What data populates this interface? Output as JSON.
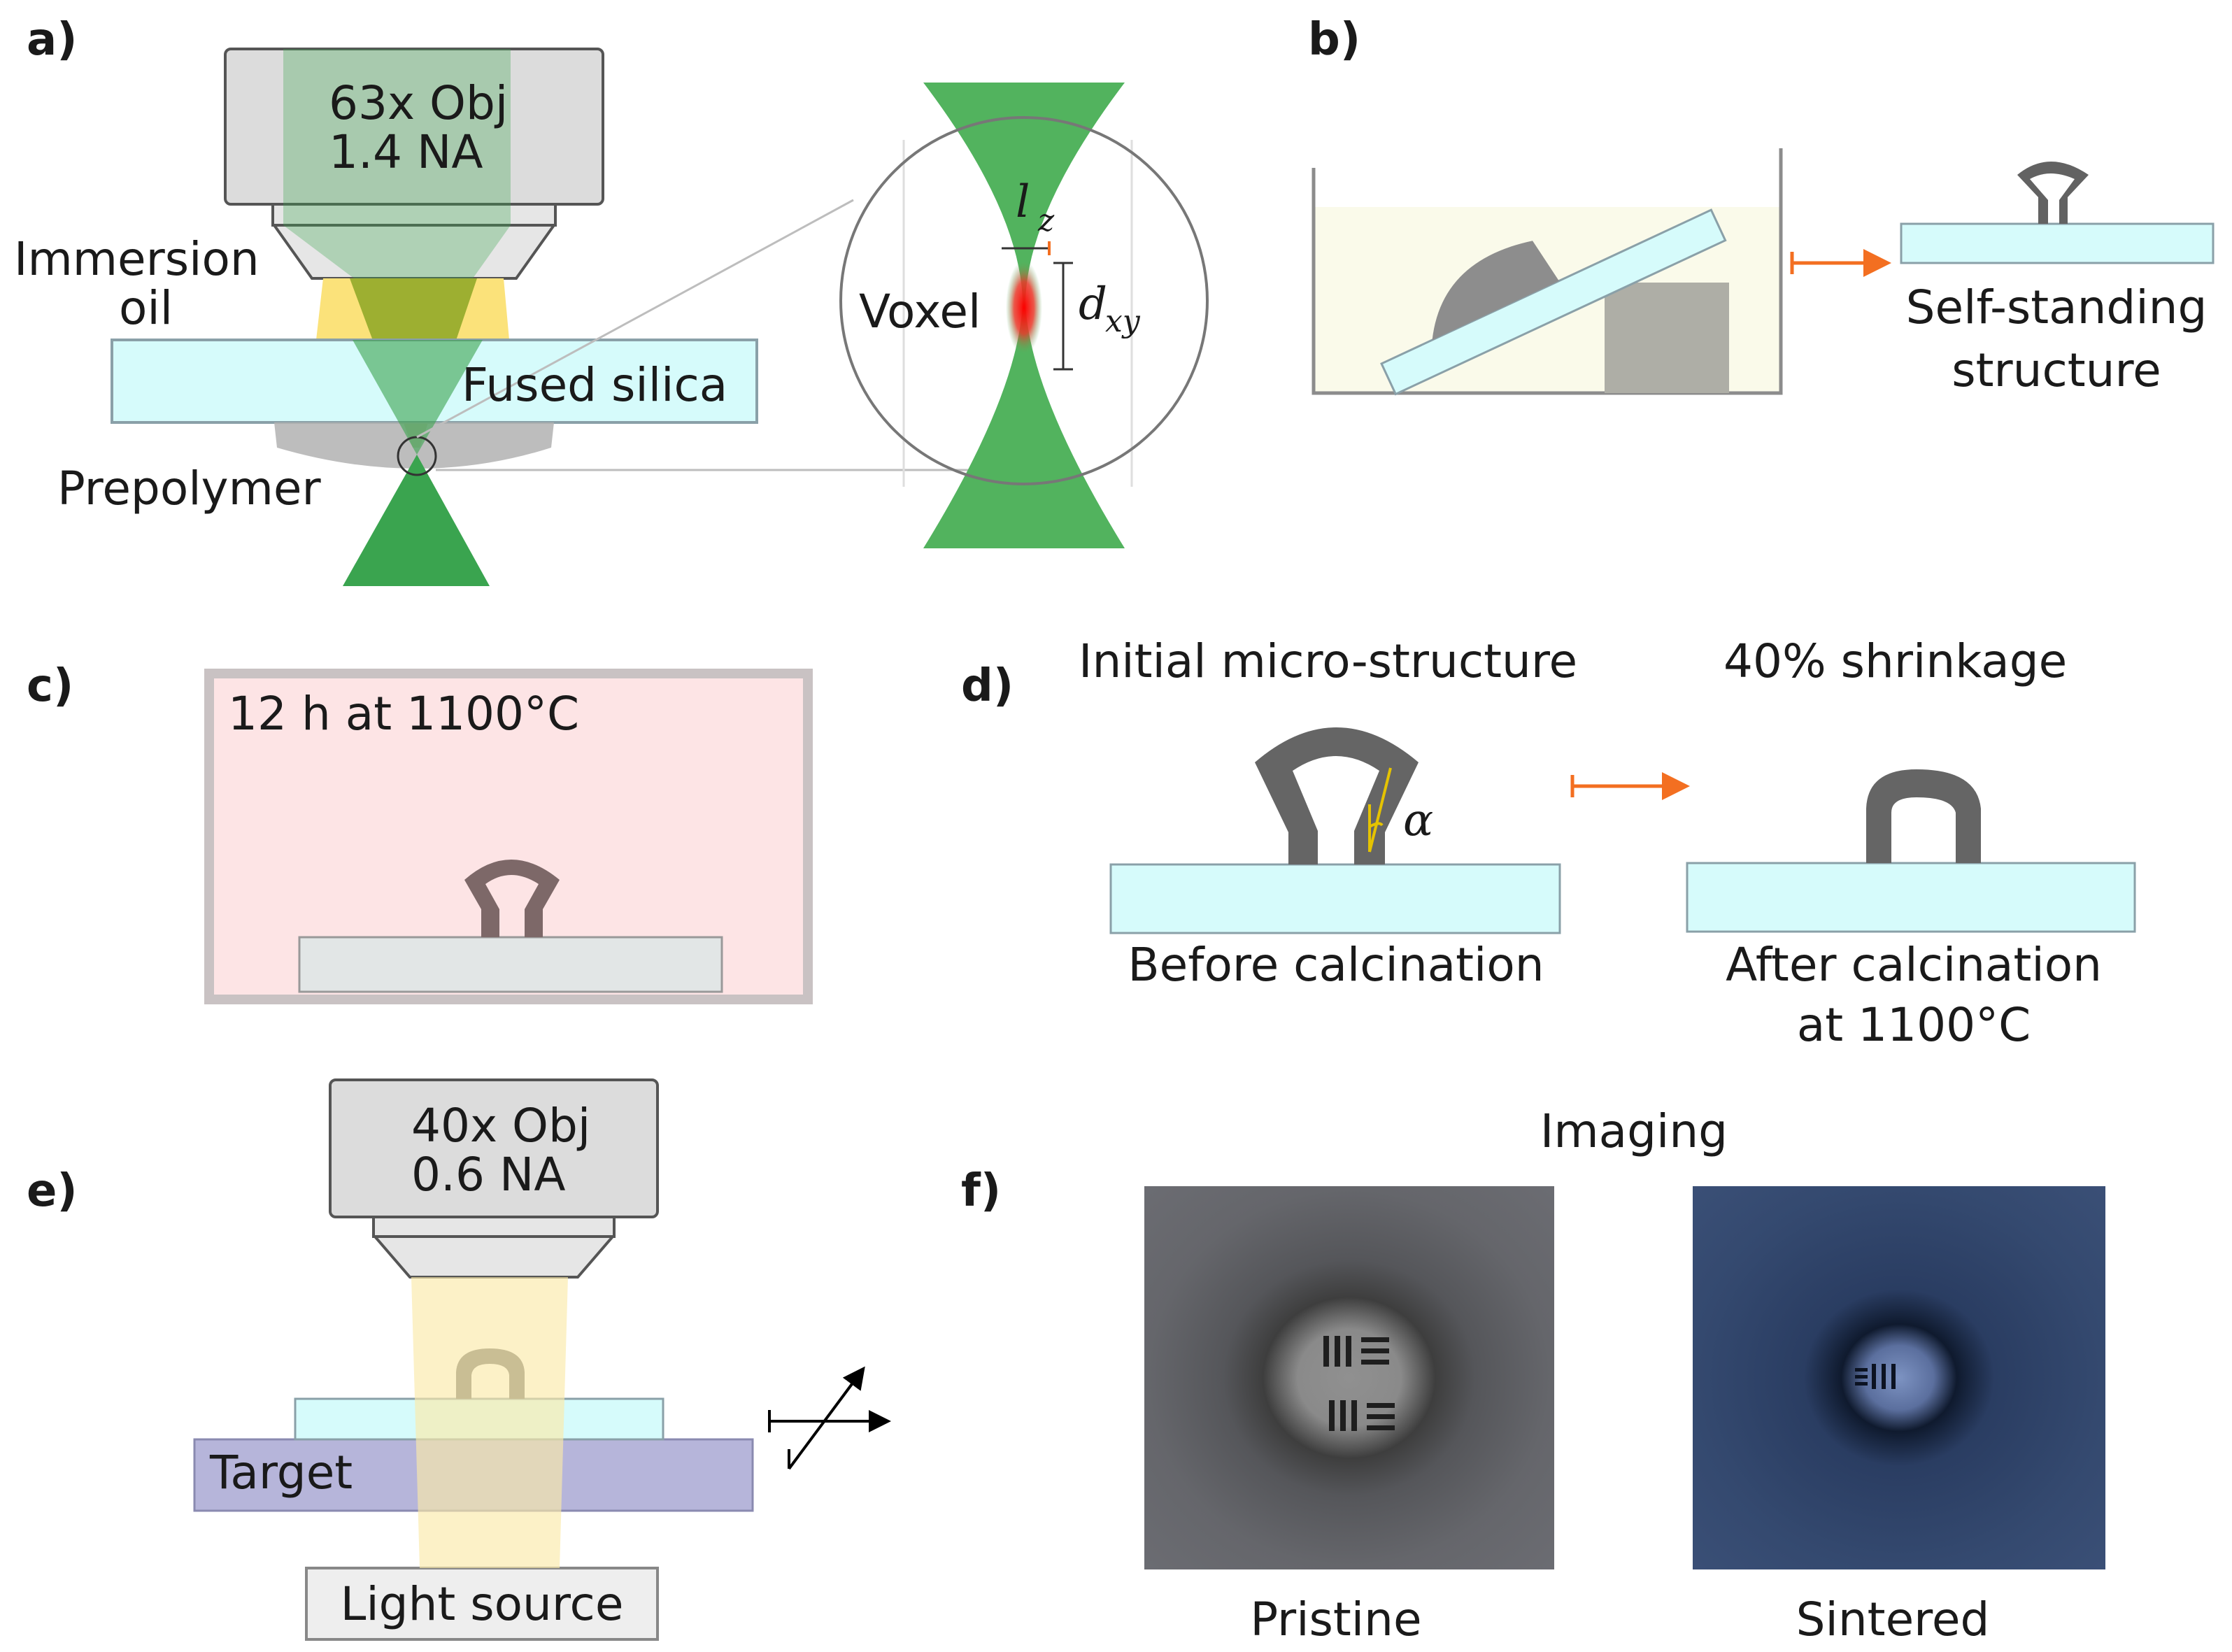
{
  "panels": {
    "a": "a)",
    "b": "b)",
    "c": "c)",
    "d": "d)",
    "e": "e)",
    "f": "f)"
  },
  "a": {
    "objective_line1": "63x Obj",
    "objective_line2": "1.4 NA",
    "immersion_line1": "Immersion",
    "immersion_line2": "oil",
    "substrate": "Fused silica",
    "prepolymer": "Prepolymer",
    "voxel": "Voxel",
    "lz_main": "l",
    "lz_sub": "z",
    "dxy_main": "d",
    "dxy_sub": "xy"
  },
  "b": {
    "result_line1": "Self-standing",
    "result_line2": "structure"
  },
  "c": {
    "furnace_condition": "12 h at 1100°C"
  },
  "d": {
    "title_left": "Initial micro-structure",
    "title_right": "40% shrinkage",
    "angle_symbol": "α",
    "caption_left": "Before calcination",
    "caption_right_line1": "After calcination",
    "caption_right_line2": "at 1100°C"
  },
  "e": {
    "objective_line1": "40x Obj",
    "objective_line2": "0.6 NA",
    "target": "Target",
    "light_source": "Light source"
  },
  "f": {
    "title": "Imaging",
    "caption_left": "Pristine",
    "caption_right": "Sintered"
  },
  "colors": {
    "laser_green": "#3aa44f",
    "glass_cyan": "#d6fbfb",
    "structure_gray": "#666666",
    "arrow_orange": "#f36f21",
    "furnace_pink": "#fde4e5",
    "light_yellow": "#fbeaa9",
    "target_purple": "#b6b5da"
  }
}
